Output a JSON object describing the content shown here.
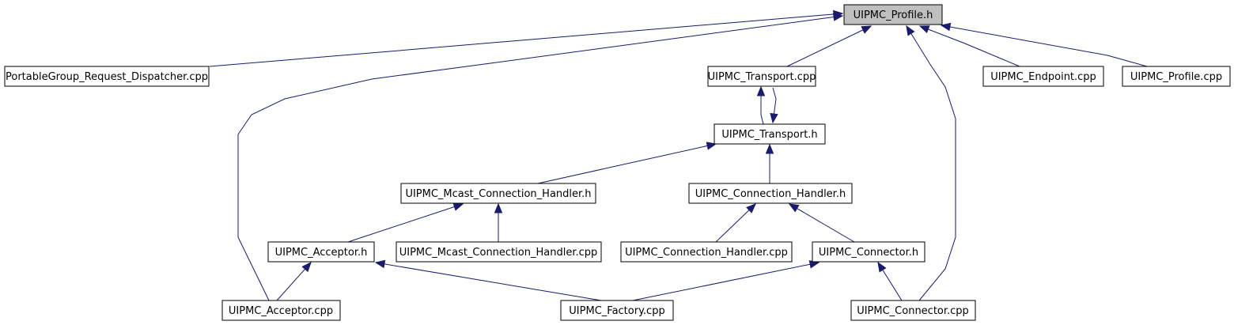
{
  "colors": {
    "edge": "#1a1a6e",
    "root_fill": "#bfbfbf",
    "node_fill": "#ffffff",
    "border": "#000000"
  },
  "nodes": {
    "profile_h": "UIPMC_Profile.h",
    "portablegroup_cpp": "PortableGroup_Request_Dispatcher.cpp",
    "transport_cpp": "UIPMC_Transport.cpp",
    "endpoint_cpp": "UIPMC_Endpoint.cpp",
    "profile_cpp": "UIPMC_Profile.cpp",
    "transport_h": "UIPMC_Transport.h",
    "mcast_handler_h": "UIPMC_Mcast_Connection_Handler.h",
    "conn_handler_h": "UIPMC_Connection_Handler.h",
    "acceptor_h": "UIPMC_Acceptor.h",
    "mcast_handler_cpp": "UIPMC_Mcast_Connection_Handler.cpp",
    "conn_handler_cpp": "UIPMC_Connection_Handler.cpp",
    "connector_h": "UIPMC_Connector.h",
    "acceptor_cpp": "UIPMC_Acceptor.cpp",
    "factory_cpp": "UIPMC_Factory.cpp",
    "connector_cpp": "UIPMC_Connector.cpp"
  }
}
